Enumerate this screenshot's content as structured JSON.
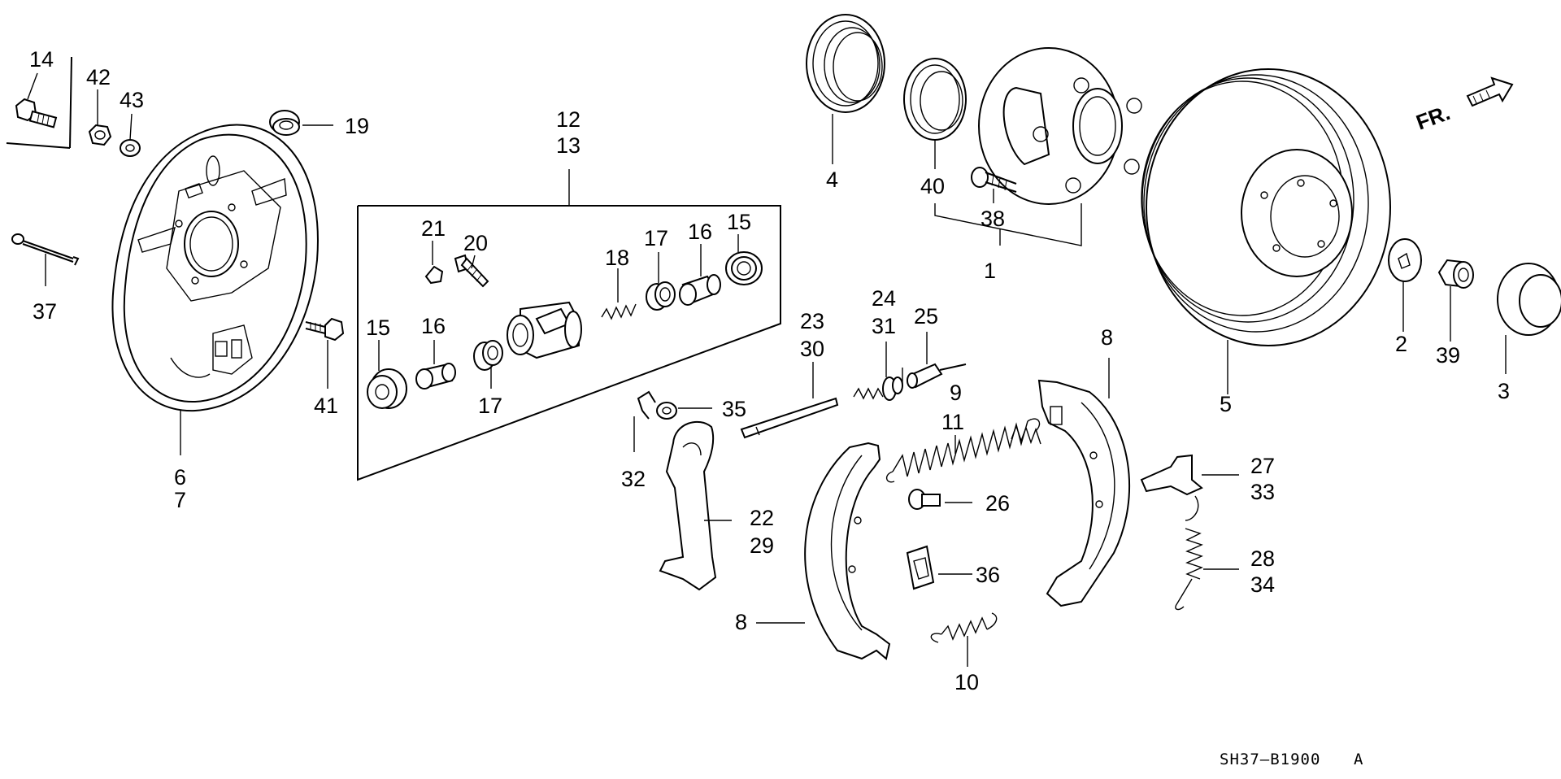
{
  "diagram": {
    "callouts": {
      "c14": "14",
      "c42": "42",
      "c43": "43",
      "c19": "19",
      "c37": "37",
      "c6": "6",
      "c7": "7",
      "c41": "41",
      "c12": "12",
      "c13": "13",
      "c21": "21",
      "c20": "20",
      "c18": "18",
      "c17a": "17",
      "c16a": "16",
      "c15a": "15",
      "c15b": "15",
      "c16b": "16",
      "c17b": "17",
      "c4": "4",
      "c40": "40",
      "c38": "38",
      "c1": "1",
      "c23": "23",
      "c30": "30",
      "c24": "24",
      "c31": "31",
      "c25": "25",
      "c9": "9",
      "c35": "35",
      "c32": "32",
      "c22": "22",
      "c29": "29",
      "c11": "11",
      "c26": "26",
      "c36": "36",
      "c10": "10",
      "c8a": "8",
      "c8b": "8",
      "c27": "27",
      "c33": "33",
      "c28": "28",
      "c34": "34",
      "c5": "5",
      "c2": "2",
      "c39": "39",
      "c3": "3"
    },
    "direction_label": "FR.",
    "reference_code": "SH37–B1900",
    "reference_suffix": "A"
  }
}
